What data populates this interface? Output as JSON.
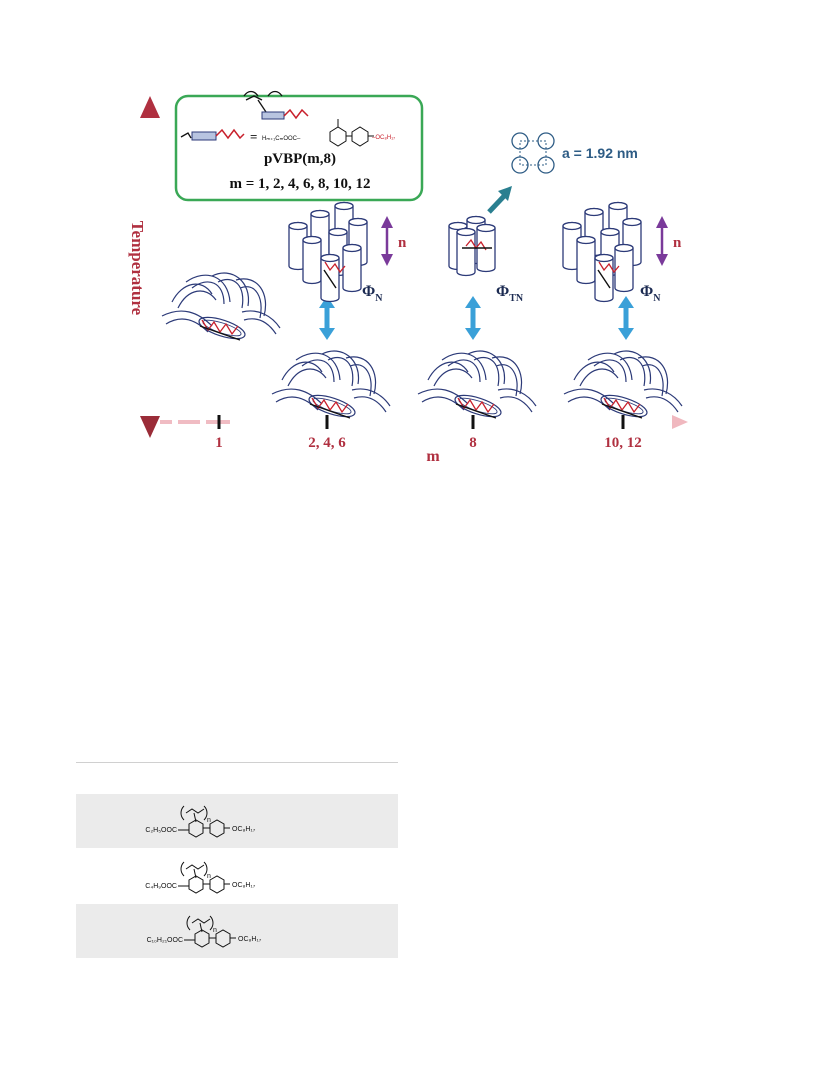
{
  "figure": {
    "y_axis_label": "Temperature",
    "x_axis_label": "m",
    "x_ticks": [
      "1",
      "2, 4, 6",
      "8",
      "10, 12"
    ],
    "inset": {
      "equals": "=",
      "monomer_left": "Hₘ₊₁CₘOOC–",
      "monomer_right": "–OC₈H₁₇",
      "polymer_name": "pVBP(m,8)",
      "m_values": "m = 1, 2, 4, 6, 8, 10, 12"
    },
    "lattice_label": "a = 1.92 nm",
    "phases": {
      "phase_N_1": "Φ",
      "sub_N_1": "N",
      "phase_TN": "Φ",
      "sub_TN": "TN",
      "phase_N_2": "Φ",
      "sub_N_2": "N"
    },
    "n_label_1": "n",
    "n_label_2": "n",
    "colors": {
      "axis": "#b03040",
      "box_border": "#3aa856",
      "double_arrow": "#3aa0d8",
      "teal_arrow": "#2a7f90",
      "purple_arrow": "#7a3a9a",
      "cylinder_stroke": "#2c3a78"
    }
  },
  "table": {
    "rows": [
      {
        "left_group": "C₂H₅OOC",
        "right_group": "OC₈H₁₇",
        "subscript": "n"
      },
      {
        "left_group": "C₄H₉OOC",
        "right_group": "OC₈H₁₇",
        "subscript": "n"
      },
      {
        "left_group": "C₁₀H₂₁OOC",
        "right_group": "OC₈H₁₇",
        "subscript": "n"
      }
    ]
  }
}
